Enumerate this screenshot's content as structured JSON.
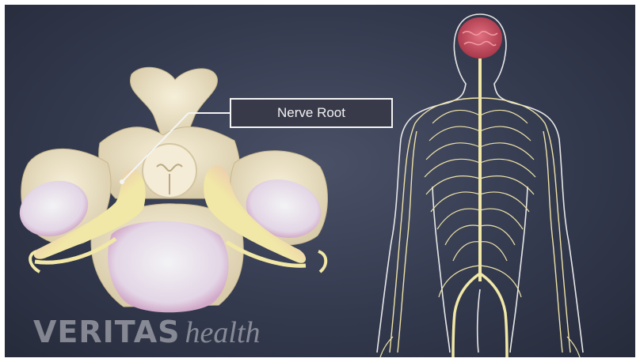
{
  "callout": {
    "label": "Nerve Root"
  },
  "logo": {
    "brand": "VERITAS",
    "sub": "health"
  },
  "colors": {
    "background": "#343a4e",
    "bone": "#efe7cf",
    "disc": "#e6dcea",
    "nerve": "#f1e7a6",
    "nerve_root_highlight": "#e089c8",
    "brain": "#c94a5c",
    "body_outline": "#e8e8e8"
  }
}
